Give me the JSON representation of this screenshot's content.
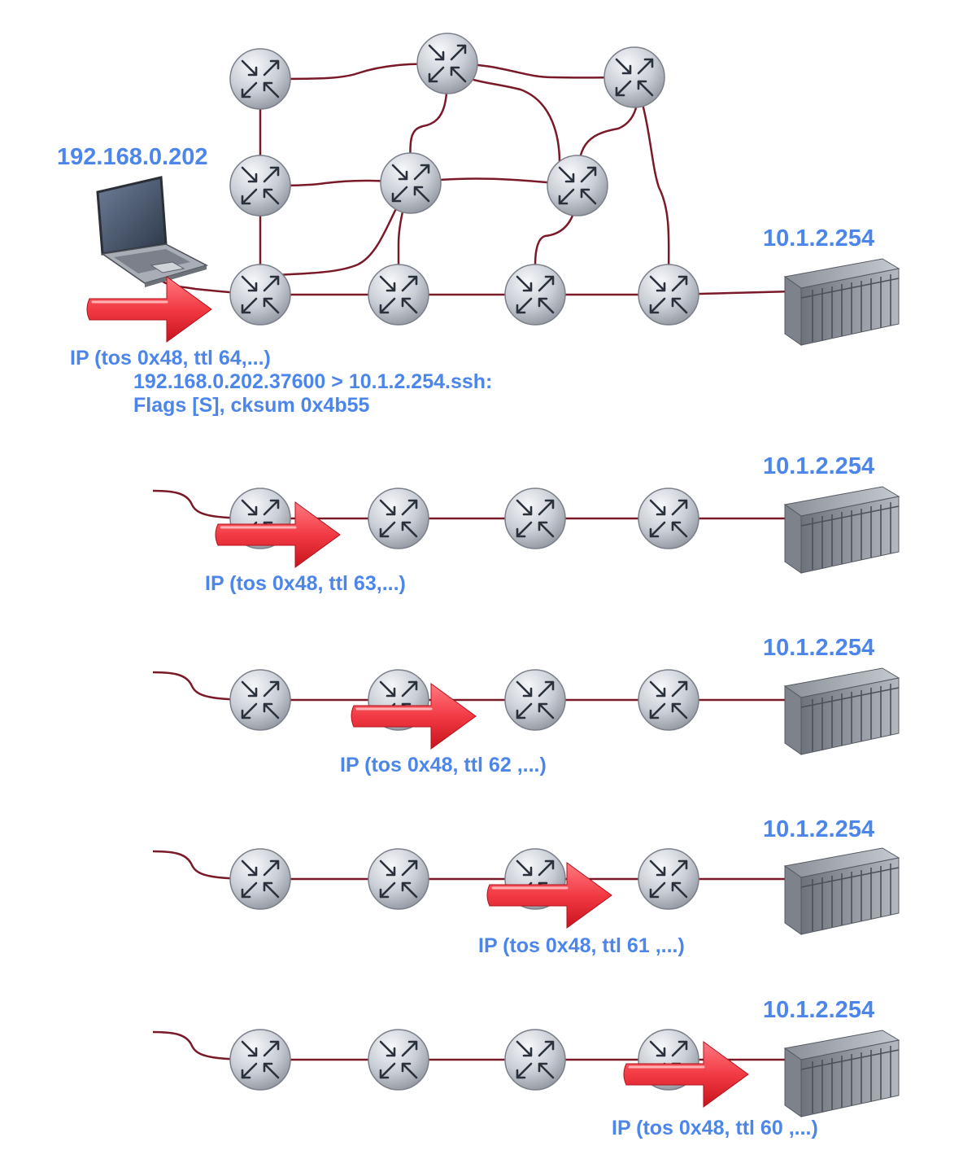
{
  "source_host": {
    "ip": "192.168.0.202",
    "icon": "laptop-icon"
  },
  "destination_host": {
    "ip": "10.1.2.254",
    "icon": "server-icon"
  },
  "router_icon": "router-icon",
  "colors": {
    "label": "#4d86ea",
    "link": "#7a1a28",
    "arrow": "#f23a44",
    "router_fill": "#c7cbd3"
  },
  "stages": [
    {
      "packet_lines": [
        "IP (tos 0x48, ttl 64,...)",
        "192.168.0.202.37600 > 10.1.2.254.ssh:",
        "Flags [S], cksum 0x4b55"
      ]
    },
    {
      "packet_lines": [
        "IP (tos 0x48, ttl 63,...)"
      ]
    },
    {
      "packet_lines": [
        "IP (tos 0x48, ttl 62 ,...)"
      ]
    },
    {
      "packet_lines": [
        "IP (tos 0x48, ttl 61 ,...)"
      ]
    },
    {
      "packet_lines": [
        "IP (tos 0x48, ttl 60 ,...)"
      ]
    }
  ]
}
